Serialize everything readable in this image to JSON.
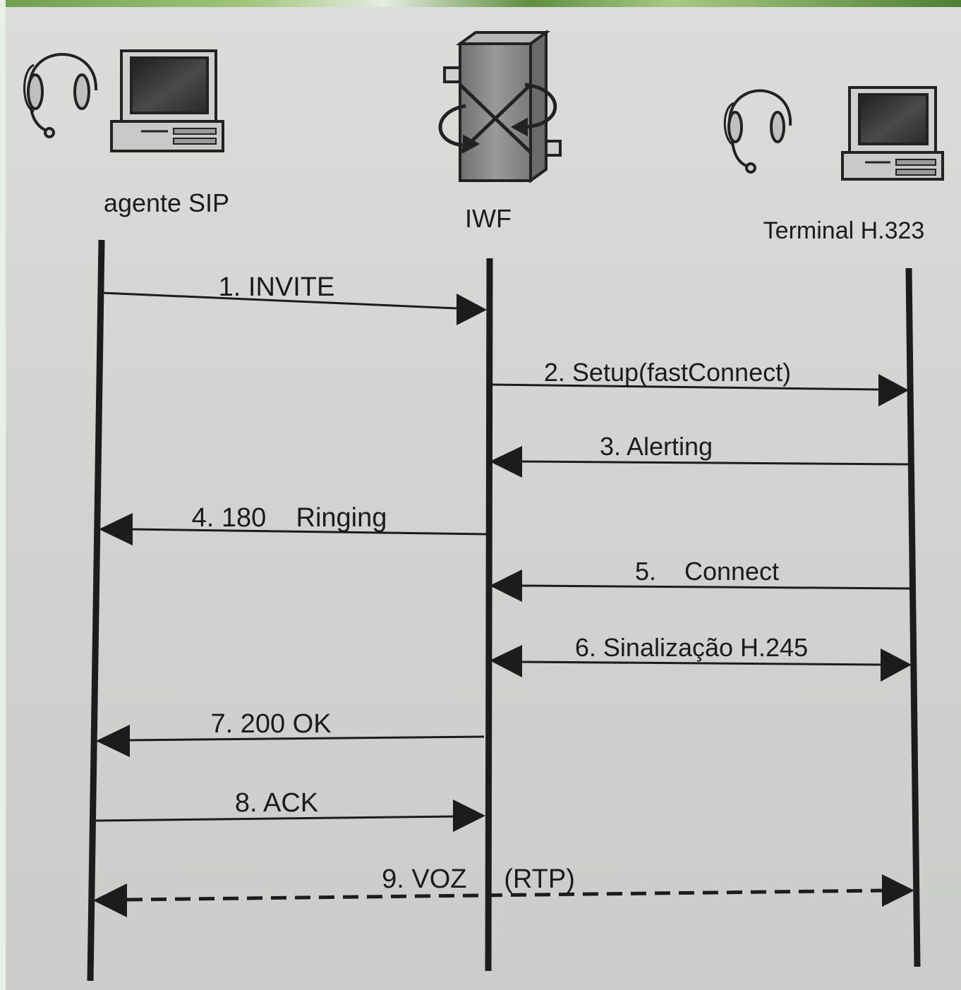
{
  "participants": {
    "sip_agent": {
      "label": "agente SIP"
    },
    "iwf": {
      "label": "IWF"
    },
    "h323_terminal": {
      "label": "Terminal H.323"
    }
  },
  "messages": [
    {
      "label": "1. INVITE",
      "from": "sip_agent",
      "to": "iwf",
      "style": "solid"
    },
    {
      "label": "2.  Setup(fastConnect)",
      "from": "iwf",
      "to": "h323_terminal",
      "style": "solid"
    },
    {
      "label": "3.  Alerting",
      "from": "h323_terminal",
      "to": "iwf",
      "style": "solid"
    },
    {
      "label": "4. 180    Ringing",
      "from": "iwf",
      "to": "sip_agent",
      "style": "solid"
    },
    {
      "label": "5.    Connect",
      "from": "h323_terminal",
      "to": "iwf",
      "style": "solid"
    },
    {
      "label": "6.  Sinalização H.245",
      "from": "iwf",
      "to": "h323_terminal",
      "style": "solid",
      "bidirectional": true
    },
    {
      "label": "7. 200 OK",
      "from": "iwf",
      "to": "sip_agent",
      "style": "solid"
    },
    {
      "label": "8. ACK",
      "from": "sip_agent",
      "to": "iwf",
      "style": "solid"
    },
    {
      "label": "9. VOZ     (RTP)",
      "from": "sip_agent",
      "to": "h323_terminal",
      "style": "dashed",
      "bidirectional": true
    }
  ]
}
